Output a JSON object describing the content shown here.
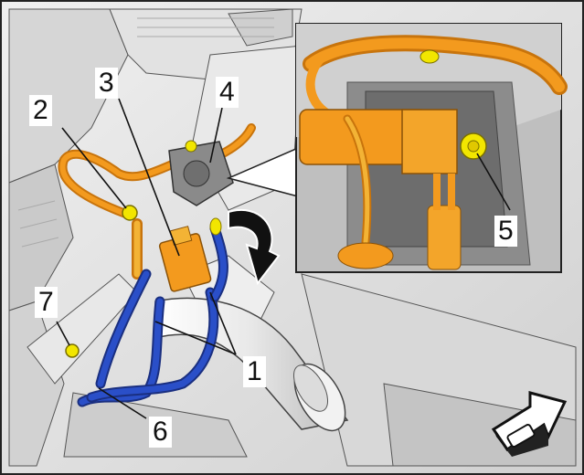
{
  "callouts": [
    {
      "id": "1",
      "label": "1"
    },
    {
      "id": "2",
      "label": "2"
    },
    {
      "id": "3",
      "label": "3"
    },
    {
      "id": "4",
      "label": "4"
    },
    {
      "id": "5",
      "label": "5"
    },
    {
      "id": "6",
      "label": "6"
    },
    {
      "id": "7",
      "label": "7"
    }
  ],
  "colors": {
    "engine_bay": "#e6e6e6",
    "engine_bay_dark": "#bfbfbf",
    "outline": "#333333",
    "orange_component": "#f39a1e",
    "orange_dark": "#c8740c",
    "yellow_bolt": "#f2e600",
    "blue_cable": "#2a4fc8",
    "blue_dark": "#1a2f80",
    "arrow_black": "#111111",
    "inset_border": "#222222"
  },
  "icons": {
    "rotation_arrow": "curved-rotation-arrow-icon",
    "direction_arrow": "vehicle-front-direction-icon"
  }
}
